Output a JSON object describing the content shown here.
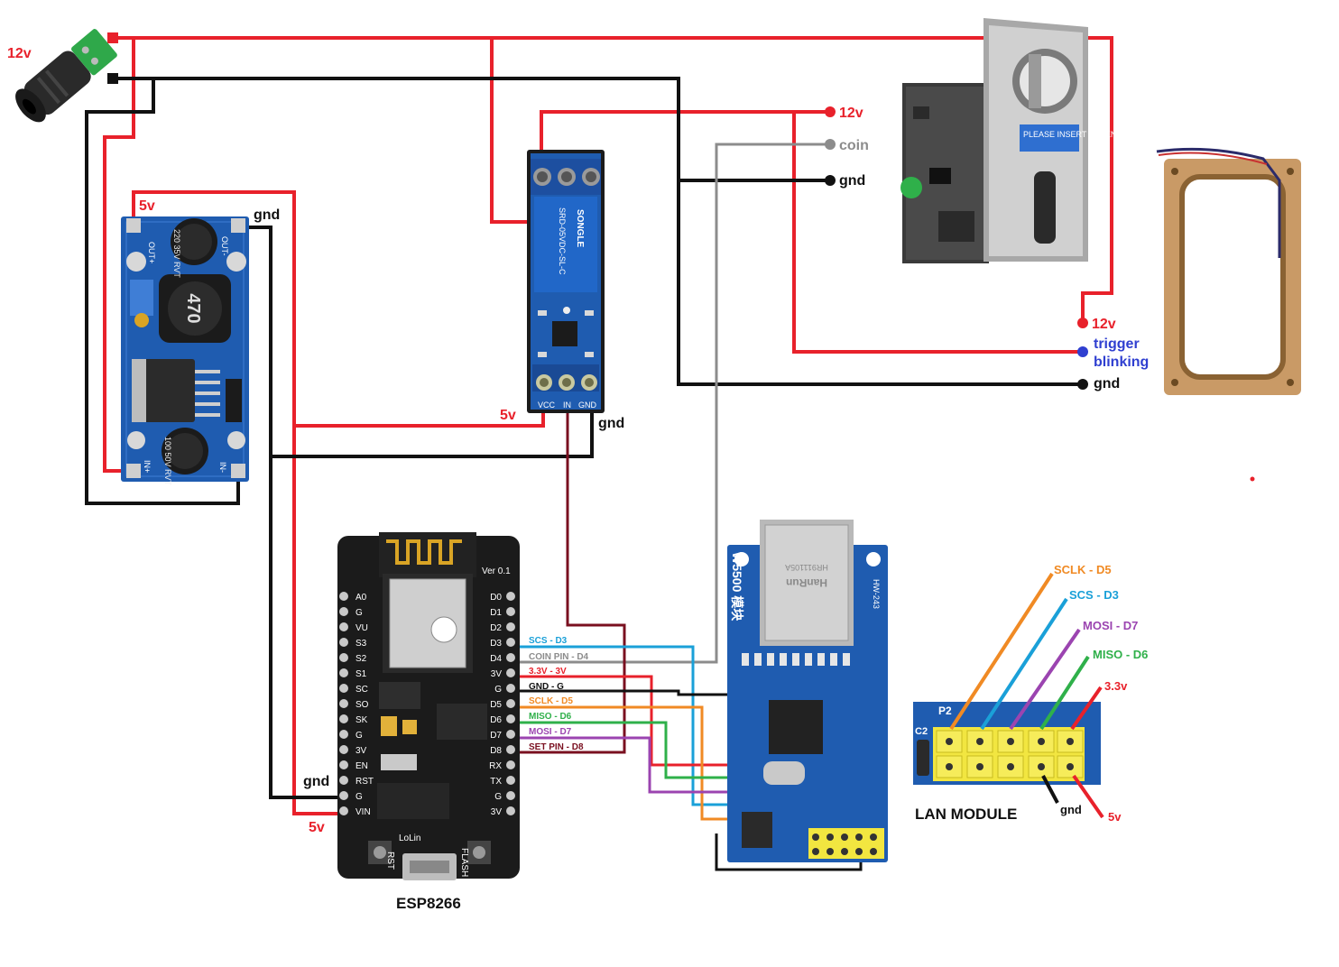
{
  "colors": {
    "red": "#e8212b",
    "black": "#111111",
    "gray": "#8c8c8c",
    "blue_wire": "#1aa0d8",
    "orange": "#f08a24",
    "green": "#2fb04a",
    "purple": "#9b44b0",
    "maroon": "#7a1020",
    "trigger_blue": "#2f3fd0",
    "board_blue": "#1f5cb0",
    "board_dark": "#1b1b1b",
    "header_yellow": "#f2e640"
  },
  "power_jack": {
    "label": "12v"
  },
  "buck_converter": {
    "label_5v": "5v",
    "label_gnd": "gnd",
    "silk": {
      "out_plus": "OUT+",
      "out_minus": "OUT-",
      "in_plus": "IN+",
      "in_minus": "IN-",
      "cap1": "220 35V RVT",
      "cap2": "100 50V RVT",
      "inductor": "470"
    }
  },
  "relay": {
    "label_5v": "5v",
    "label_gnd": "gnd",
    "silk": {
      "brand": "SONGLE",
      "model": "SRD-05VDC-SL-C",
      "vcc": "VCC",
      "in": "IN",
      "gnd": "GND"
    }
  },
  "coin_acceptor": {
    "labels": [
      "12v",
      "coin",
      "gnd"
    ],
    "screen_text": "PLEASE INSERT TOKEN"
  },
  "trigger_frame": {
    "labels": [
      "12v",
      "trigger",
      "blinking",
      "gnd"
    ]
  },
  "esp8266": {
    "title": "ESP8266",
    "label_gnd": "gnd",
    "label_5v": "5v",
    "brand": "LoLin",
    "version": "Ver 0.1",
    "left_pins": [
      "A0",
      "G",
      "VU",
      "S3",
      "S2",
      "S1",
      "SC",
      "SO",
      "SK",
      "G",
      "3V",
      "EN",
      "RST",
      "G",
      "VIN"
    ],
    "right_pins": [
      "D0",
      "D1",
      "D2",
      "D3",
      "D4",
      "3V",
      "G",
      "D5",
      "D6",
      "D7",
      "D8",
      "RX",
      "TX",
      "G",
      "3V"
    ],
    "buttons": [
      "RST",
      "FLASH"
    ]
  },
  "connections": [
    {
      "text": "SCS - D3",
      "color": "#1aa0d8"
    },
    {
      "text": "COIN PIN - D4",
      "color": "#8c8c8c"
    },
    {
      "text": "3.3V - 3V",
      "color": "#e8212b"
    },
    {
      "text": "GND - G",
      "color": "#111111"
    },
    {
      "text": "SCLK - D5",
      "color": "#f08a24"
    },
    {
      "text": "MISO - D6",
      "color": "#2fb04a"
    },
    {
      "text": "MOSI - D7",
      "color": "#9b44b0"
    },
    {
      "text": "SET PIN - D8",
      "color": "#7a1020"
    }
  ],
  "w5500": {
    "silk_title": "W5500 模块",
    "jack_text": "HanRun",
    "jack_code": "HR911105A",
    "side": "HW-243"
  },
  "lan_module": {
    "title": "LAN MODULE",
    "silk": [
      "P2",
      "C2"
    ],
    "pin_labels": [
      {
        "text": "SCLK - D5",
        "color": "#f08a24"
      },
      {
        "text": "SCS - D3",
        "color": "#1aa0d8"
      },
      {
        "text": "MOSI - D7",
        "color": "#9b44b0"
      },
      {
        "text": "MISO - D6",
        "color": "#2fb04a"
      },
      {
        "text": "3.3v",
        "color": "#e8212b"
      },
      {
        "text": "gnd",
        "color": "#111111"
      },
      {
        "text": "5v",
        "color": "#e8212b"
      }
    ]
  }
}
